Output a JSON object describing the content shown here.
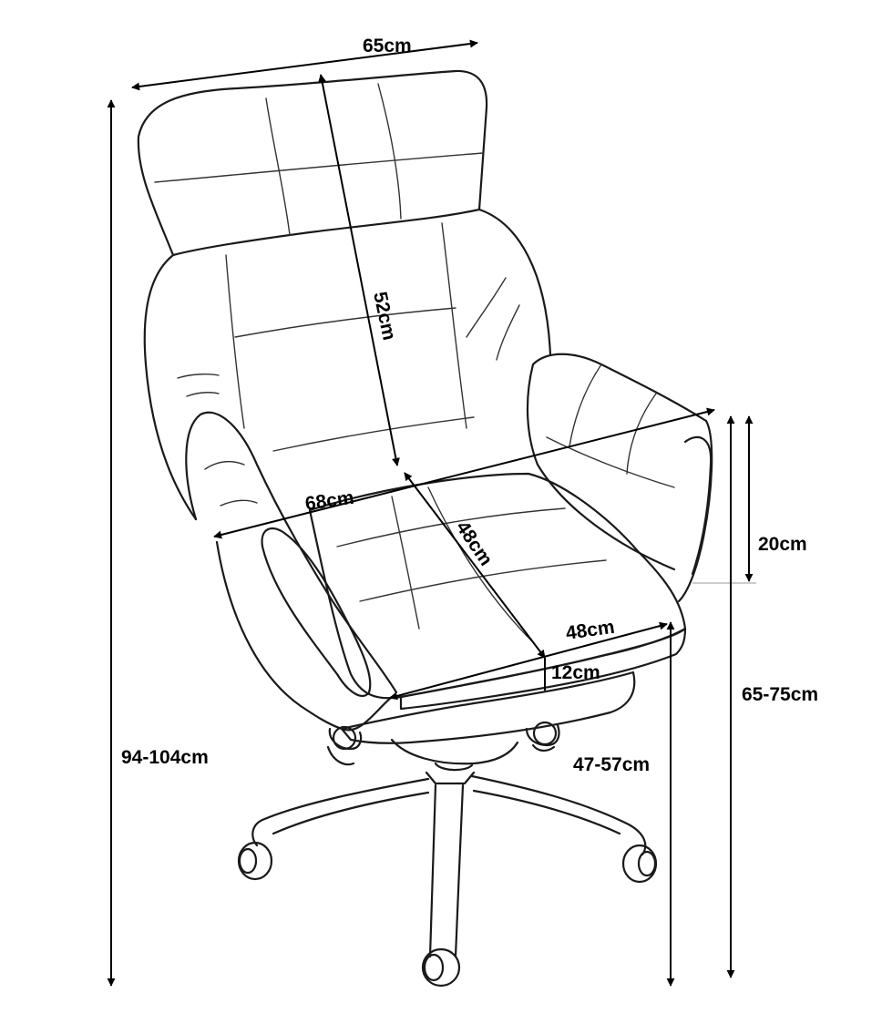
{
  "colors": {
    "line": "#1a1a1a",
    "dimension": "#000000",
    "background": "#ffffff"
  },
  "dimensions": {
    "headrest_width": "65cm",
    "backrest_height": "52cm",
    "overall_width": "68cm",
    "seat_depth": "48cm",
    "seat_width": "48cm",
    "seat_thickness": "12cm",
    "armrest_height": "20cm",
    "arm_floor_height": "65-75cm",
    "seat_height": "47-57cm",
    "total_height": "94-104cm"
  }
}
